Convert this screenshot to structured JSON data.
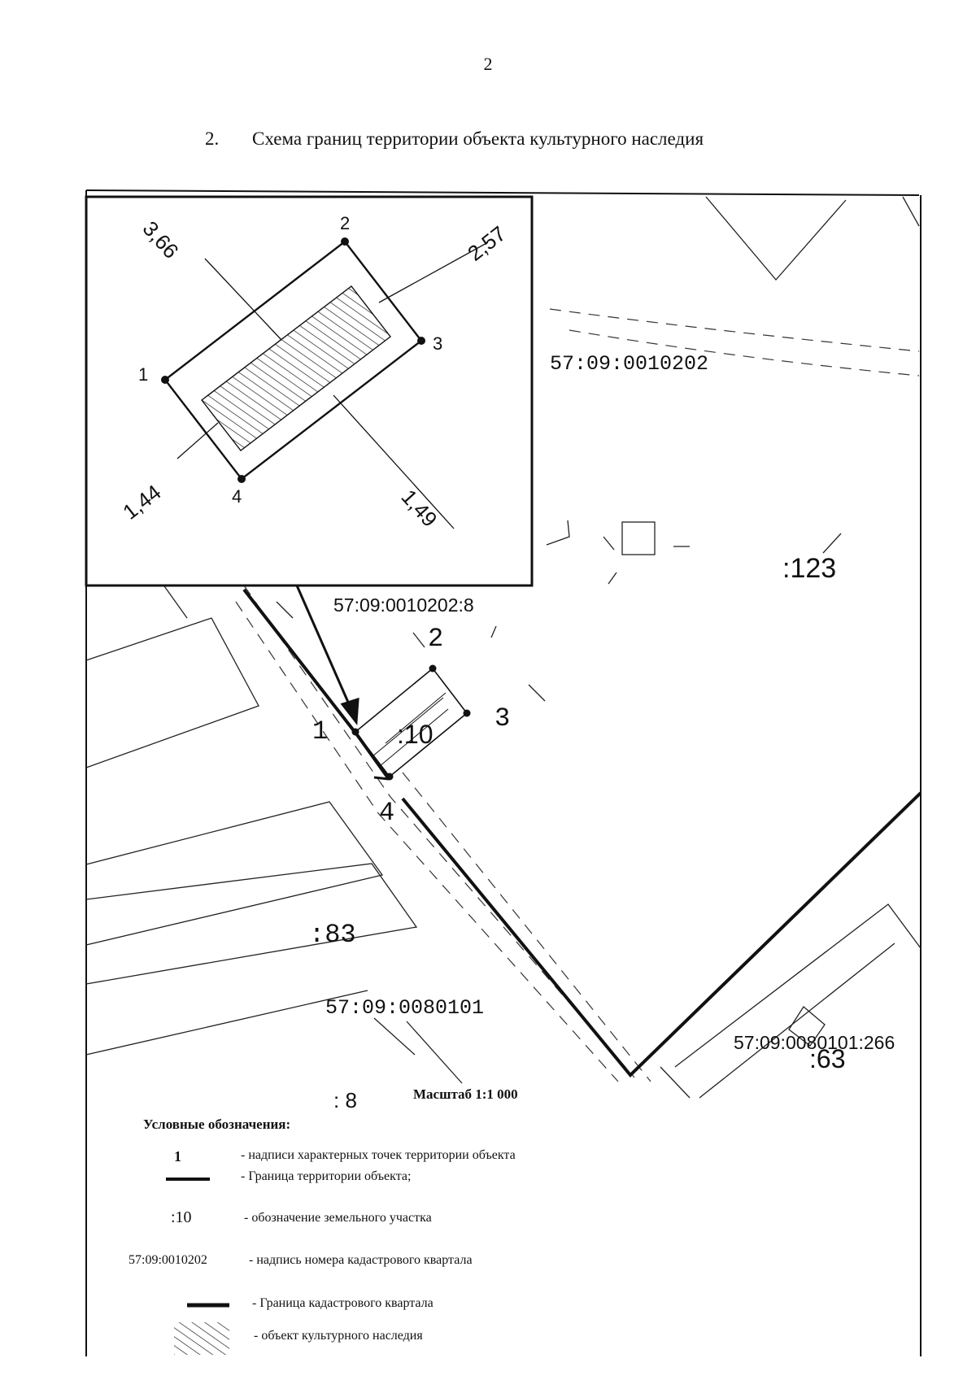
{
  "page_number": "2",
  "heading": {
    "number": "2.",
    "text": "Схема границ территории объекта культурного наследия"
  },
  "map": {
    "quarter_labels": [
      "57:09:0010202",
      "57:09:0080101"
    ],
    "parcel_labels": [
      ":123",
      "57:09:0010202:8",
      ":10",
      ":83",
      "57:09:0080101:266",
      ":63",
      ": 8"
    ],
    "point_labels": [
      "1",
      "2",
      "3",
      "4"
    ]
  },
  "inset": {
    "point_labels": [
      "1",
      "2",
      "3",
      "4"
    ],
    "distances": [
      "3,66",
      "2,57",
      "1,44",
      "1,49"
    ]
  },
  "scale": "Масштаб 1:1 000",
  "legend": {
    "title": "Условные обозначения:",
    "items": [
      {
        "symbol": "1",
        "text": "- надписи характерных точек территории объекта"
      },
      {
        "symbol": "",
        "text": "- Граница территории объекта;"
      },
      {
        "symbol": ":10",
        "text": "- обозначение земельного участка"
      },
      {
        "symbol": "57:09:0010202",
        "text": "- надпись номера кадастрового квартала"
      },
      {
        "symbol": "",
        "text": "- Граница кадастрового квартала"
      },
      {
        "symbol": "",
        "text": "- объект культурного наследия"
      }
    ]
  }
}
